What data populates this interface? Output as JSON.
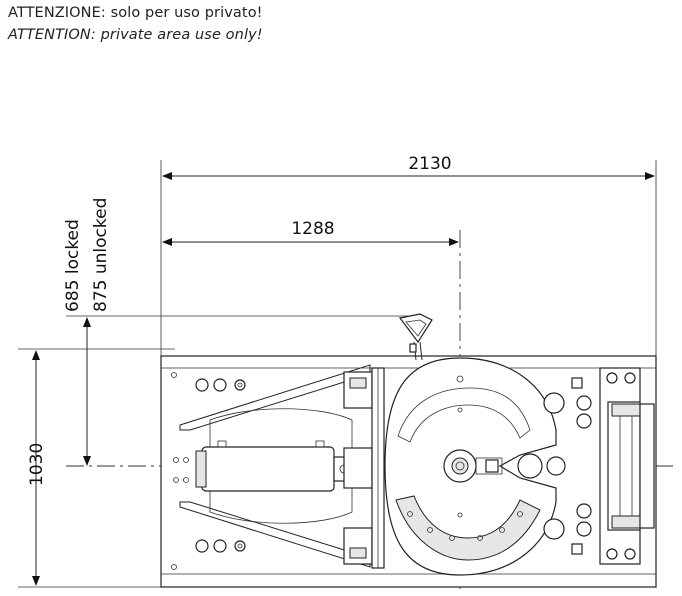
{
  "notice": {
    "italian": "ATTENZIONE: solo per uso privato!",
    "english": "ATTENTION: private area use only!"
  },
  "dimensions": {
    "overall_length": "2130",
    "kingpin_offset": "1288",
    "height_locked": "685 locked",
    "height_unlocked": "875 unlocked",
    "overall_width": "1030"
  }
}
